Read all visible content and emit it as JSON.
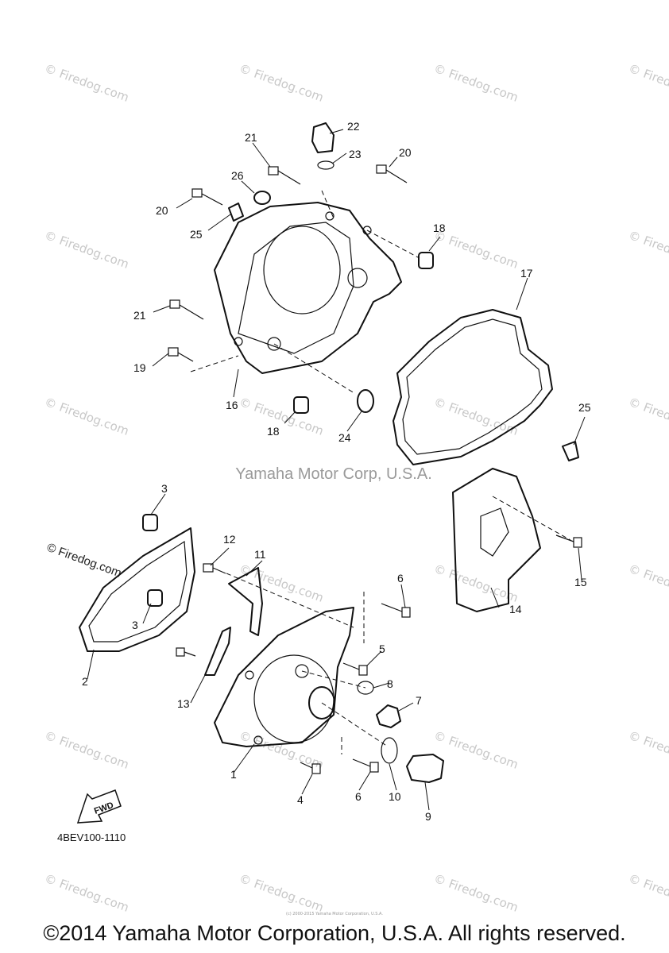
{
  "watermark": "© Firedog.com",
  "center_watermark": "Yamaha Motor Corp, U.S.A.",
  "diagram_code": "4BEV100-1110",
  "fwd_label": "FWD",
  "small_copyright": "(c) 2000-2015 Yamaha Motor Corporation, U.S.A.",
  "footer": "©2014 Yamaha Motor Corporation, U.S.A. All rights reserved.",
  "callouts": [
    "1",
    "2",
    "3",
    "3",
    "4",
    "5",
    "6",
    "6",
    "7",
    "8",
    "9",
    "10",
    "11",
    "12",
    "13",
    "14",
    "15",
    "16",
    "17",
    "18",
    "18",
    "19",
    "20",
    "20",
    "21",
    "21",
    "22",
    "23",
    "24",
    "25",
    "25",
    "26"
  ]
}
